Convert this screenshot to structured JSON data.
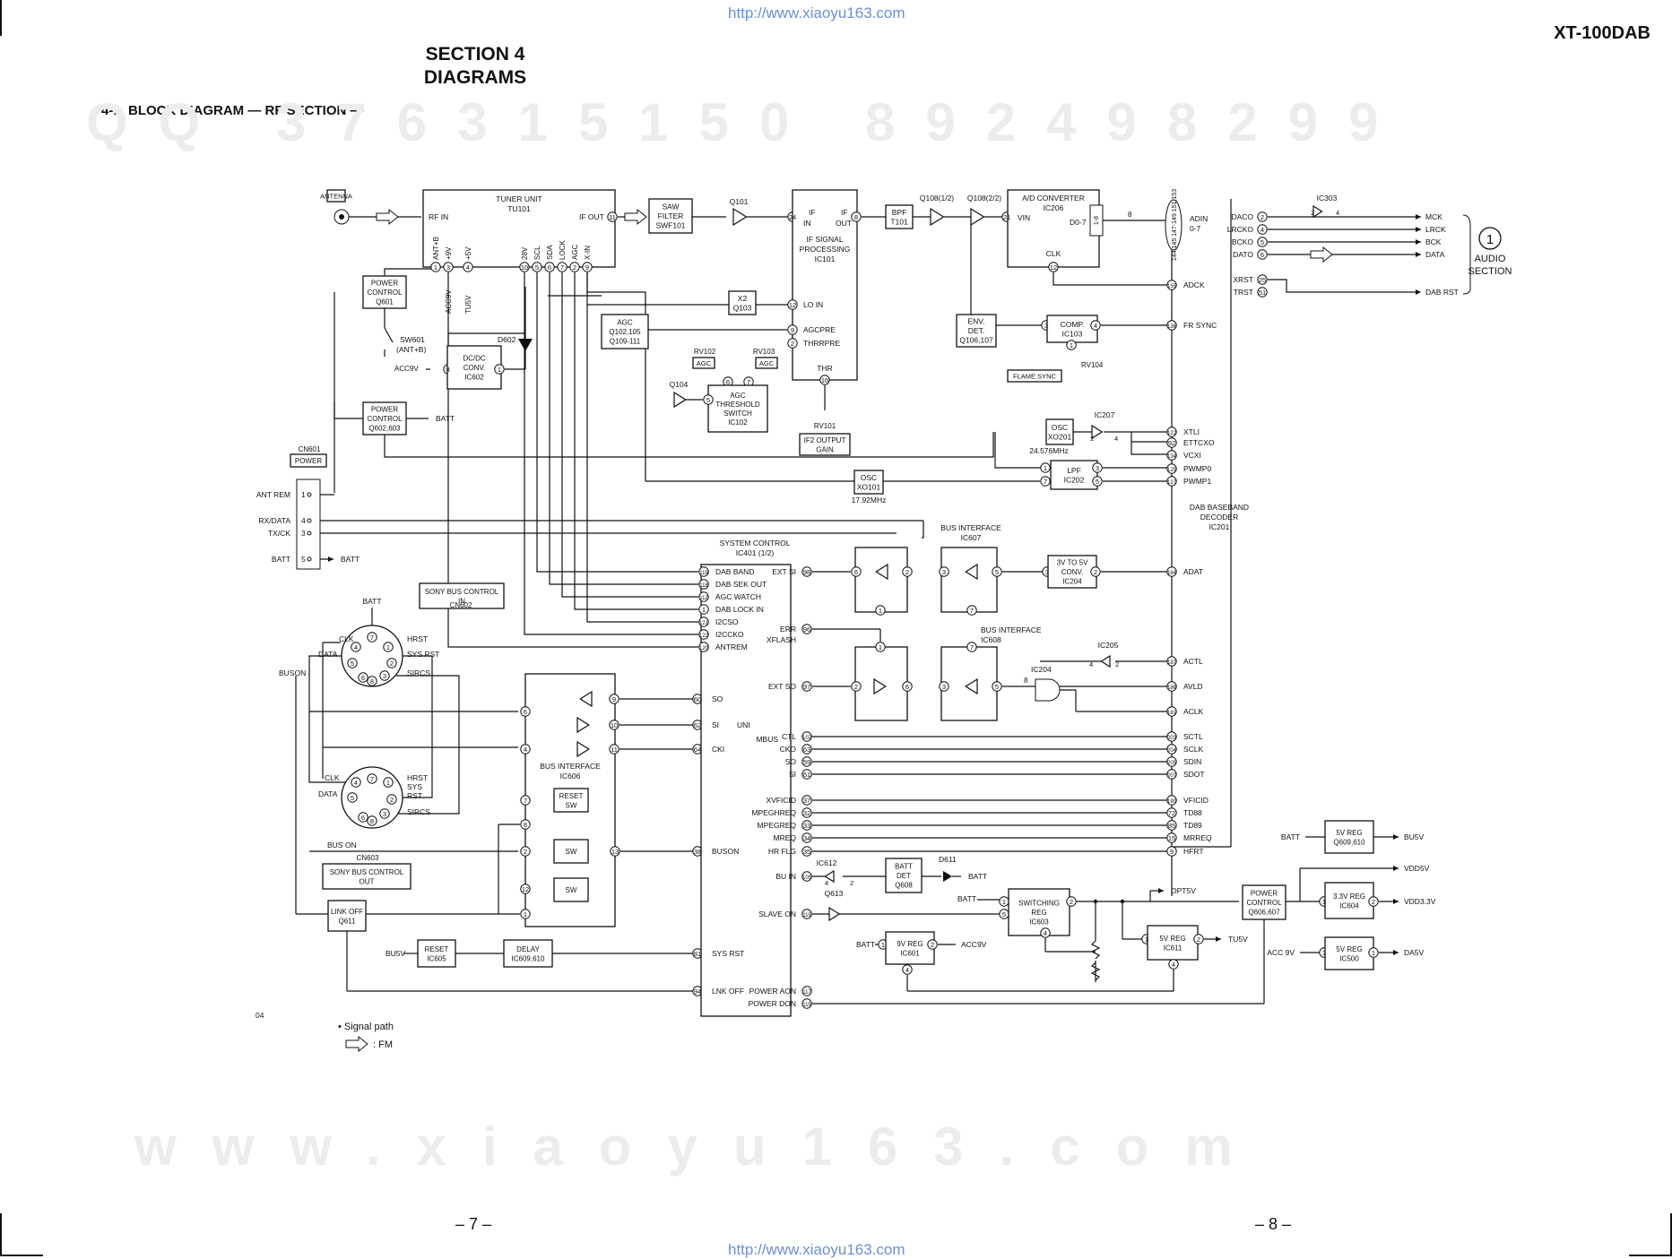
{
  "header": {
    "url_top": "http://www.xiaoyu163.com",
    "model": "XT-100DAB",
    "section_line1": "SECTION 4",
    "section_line2": "DIAGRAMS",
    "subtitle": "4-1. BLOCK DIAGRAM — RF SECTION —"
  },
  "watermarks": {
    "row1": "QQ 376315150   892498299",
    "row_bottom": "www.xiaoyu163.com"
  },
  "footer": {
    "page_left": "– 7 –",
    "page_right": "– 8 –",
    "url_bottom": "http://www.xiaoyu163.com",
    "corner_code": "04",
    "legend_title": "• Signal path",
    "legend_fm": ": FM"
  },
  "blocks": [
    {
      "id": "antenna",
      "lines": [
        "ANTENNA"
      ]
    },
    {
      "id": "tuner",
      "lines": [
        "TUNER UNIT",
        "TU101"
      ]
    },
    {
      "id": "saw",
      "lines": [
        "SAW",
        "FILTER",
        "SWF101"
      ]
    },
    {
      "id": "ifsp",
      "lines": [
        "IF SIGNAL",
        "PROCESSING",
        "IC101"
      ]
    },
    {
      "id": "bpf",
      "lines": [
        "BPF",
        "T101"
      ]
    },
    {
      "id": "adc",
      "lines": [
        "A/D CONVERTER",
        "IC206"
      ]
    },
    {
      "id": "pc601",
      "lines": [
        "POWER",
        "CONTROL",
        "Q601"
      ]
    },
    {
      "id": "dcdc",
      "lines": [
        "DC/DC",
        "CONV.",
        "IC602"
      ]
    },
    {
      "id": "pc602",
      "lines": [
        "POWER",
        "CONTROL",
        "Q602,603"
      ]
    },
    {
      "id": "x2",
      "lines": [
        "X2",
        "Q103"
      ]
    },
    {
      "id": "agc",
      "lines": [
        "AGC",
        "Q102,105",
        "Q109-111"
      ]
    },
    {
      "id": "agcth",
      "lines": [
        "AGC",
        "THRESHOLD",
        "SWITCH",
        "IC102"
      ]
    },
    {
      "id": "envdet",
      "lines": [
        "ENV.",
        "DET.",
        "Q106,107"
      ]
    },
    {
      "id": "comp",
      "lines": [
        "COMP.",
        "IC103"
      ]
    },
    {
      "id": "osc201",
      "lines": [
        "OSC",
        "XO201"
      ]
    },
    {
      "id": "lpf",
      "lines": [
        "LPF",
        "IC202"
      ]
    },
    {
      "id": "osc101",
      "lines": [
        "OSC",
        "XO101"
      ]
    },
    {
      "id": "if2",
      "lines": [
        "IF2 OUTPUT",
        "GAIN"
      ]
    },
    {
      "id": "conv204",
      "lines": [
        "3V TO 5V",
        "CONV.",
        "IC204"
      ]
    },
    {
      "id": "dabdec",
      "lines": [
        "DAB BASEBAND",
        "DECODER",
        "IC201"
      ]
    },
    {
      "id": "syscon",
      "lines": [
        "SYSTEM CONTROL",
        "IC401 (1/2)"
      ]
    },
    {
      "id": "bus607",
      "lines": [
        "BUS INTERFACE",
        "IC607"
      ]
    },
    {
      "id": "bus608",
      "lines": [
        "BUS INTERFACE",
        "IC608"
      ]
    },
    {
      "id": "bus606",
      "lines": [
        "BUS INTERFACE",
        "IC606"
      ]
    },
    {
      "id": "resetsw",
      "lines": [
        "RESET",
        "SW"
      ]
    },
    {
      "id": "sw1",
      "lines": [
        "SW"
      ]
    },
    {
      "id": "sw2",
      "lines": [
        "SW"
      ]
    },
    {
      "id": "linkoff",
      "lines": [
        "LINK OFF",
        "Q611"
      ]
    },
    {
      "id": "reset605",
      "lines": [
        "RESET",
        "IC605"
      ]
    },
    {
      "id": "delay",
      "lines": [
        "DELAY",
        "IC609,610"
      ]
    },
    {
      "id": "battdet",
      "lines": [
        "BATT",
        "DET",
        "Q608"
      ]
    },
    {
      "id": "reg601",
      "lines": [
        "9V REG",
        "IC601"
      ]
    },
    {
      "id": "swreg",
      "lines": [
        "SWITCHING",
        "REG",
        "IC603"
      ]
    },
    {
      "id": "reg611",
      "lines": [
        "5V REG",
        "IC611"
      ]
    },
    {
      "id": "pc606",
      "lines": [
        "POWER",
        "CONTROL",
        "Q606,607"
      ]
    },
    {
      "id": "reg609",
      "lines": [
        "5V REG",
        "Q609,610"
      ]
    },
    {
      "id": "reg604",
      "lines": [
        "3.3V REG",
        "IC604"
      ]
    },
    {
      "id": "reg500",
      "lines": [
        "5V REG",
        "IC500"
      ]
    },
    {
      "id": "cn601",
      "lines": [
        "CN601",
        "POWER"
      ]
    },
    {
      "id": "cn602",
      "lines": [
        "SONY BUS CONTROL",
        "IN"
      ]
    },
    {
      "id": "cn603",
      "lines": [
        "SONY BUS CONTROL",
        "OUT"
      ]
    }
  ],
  "labels": {
    "rf_in": "RF IN",
    "if_out": "IF OUT",
    "if_in": "IF IN",
    "if_out2": "IF OUT",
    "lo_in": "LO IN",
    "agcpre": "AGCPRE",
    "thrrpre": "THRRPRE",
    "thr": "THR",
    "vin": "VIN",
    "clk": "CLK",
    "d07": "D0-7",
    "adin": "ADIN 0-7",
    "adck": "ADCK",
    "fr_sync": "FR SYNC",
    "flame_sync": "FLAME SYNC",
    "rv104": "RV104",
    "rv102": "RV102",
    "rv103": "RV103",
    "rv101": "RV101",
    "agc_tag": "AGC",
    "q101": "Q101",
    "q108a": "Q108(1/2)",
    "q108b": "Q108(2/2)",
    "q104": "Q104",
    "d602": "D602",
    "ic303": "IC303",
    "ic207": "IC207",
    "ic205": "IC205",
    "ic204": "IC204",
    "ic612": "IC612",
    "d611": "D611",
    "q613": "Q613",
    "sw601": "SW601",
    "sw601b": "(ANT+B)",
    "acc9v": "ACC9V",
    "batt": "BATT",
    "freq1": "24.576MHz",
    "freq2": "17.92MHz",
    "cn602": "CN602",
    "cn603": "CN603",
    "audio_num": "1",
    "audio1": "AUDIO",
    "audio2": "SECTION",
    "uni": "UNI",
    "mbus": "MBUS",
    "bus_on": "BUS ON",
    "opt5v": "OPT5V",
    "bu5v": "BU5V",
    "vdd5v": "VDD5V",
    "vdd33": "VDD3.3V",
    "tu5v": "TU5V",
    "acc9v2": "ACC 9V",
    "da5v": "DA5V",
    "dab_rst": "DAB RST",
    "eight": "8",
    "one8": "1-8",
    "adin_pins": "144,145 147-149 151,153"
  },
  "tuner_pins": [
    "ANT+B",
    "+9V",
    "+5V",
    "28V",
    "SCL",
    "SDA",
    "LOCK",
    "AGC",
    "X-IN"
  ],
  "tuner_ext": [
    "ACC9V",
    "TU5V"
  ],
  "cn601_pins": [
    {
      "num": "1",
      "label": "ANT REM"
    },
    {
      "num": "4",
      "label": "RX/DATA"
    },
    {
      "num": "3",
      "label": "TX/CK"
    },
    {
      "num": "5",
      "label": "BATT",
      "right": "BATT"
    }
  ],
  "conn_labels": {
    "upper": {
      "top": "BATT",
      "clk": "CLK",
      "data": "DATA",
      "buson": "BUSON",
      "hrst": "HRST",
      "sysrst": "SYS RST",
      "sircs": "SIRCS"
    },
    "lower": {
      "clk": "CLK",
      "data": "DATA",
      "hrst": "HRST",
      "sysrst1": "SYS",
      "sysrst2": "RST",
      "sircs": "SIRCS"
    }
  },
  "syscon_pins": [
    {
      "num": "119",
      "label": "DAB BAND"
    },
    {
      "num": "118",
      "label": "DAB SEK OUT"
    },
    {
      "num": "112",
      "label": "AGC WATCH"
    },
    {
      "num": "1",
      "label": "DAB LOCK IN"
    },
    {
      "num": "121",
      "label": "I2CSO"
    },
    {
      "num": "122",
      "label": "I2CCKO"
    },
    {
      "num": "120",
      "label": "ANTREM"
    }
  ],
  "syscon_right": [
    {
      "num": "98",
      "label": "EXT SI"
    },
    {
      "num": "96",
      "label": "ERR XFLASH"
    },
    {
      "num": "97",
      "label": "EXT SO"
    }
  ],
  "syscon_uni": [
    {
      "num": "60",
      "label": "SO"
    },
    {
      "num": "62",
      "label": "SI"
    },
    {
      "num": "64",
      "label": "CKI"
    }
  ],
  "syscon_bottom": [
    {
      "num": "102",
      "label": "CTL"
    },
    {
      "num": "63",
      "label": "CKO"
    },
    {
      "num": "59",
      "label": "SO"
    },
    {
      "num": "61",
      "label": "SI"
    },
    {
      "num": "37",
      "label": "XVFICID"
    },
    {
      "num": "32",
      "label": "MPEGHREQ"
    },
    {
      "num": "33",
      "label": "MPEGREQ"
    },
    {
      "num": "34",
      "label": "MREQ"
    },
    {
      "num": "38",
      "label": "BUSON"
    },
    {
      "num": "35",
      "label": "HR FLG"
    },
    {
      "num": "105",
      "label": "BU IN"
    },
    {
      "num": "115",
      "label": "SLAVE ON"
    },
    {
      "num": "81",
      "label": "SYS RST"
    },
    {
      "num": "94",
      "label": "LNK OFF"
    },
    {
      "num": "117",
      "label": "POWER AON"
    },
    {
      "num": "115",
      "label": "POWER DON"
    }
  ],
  "dab_pins": [
    {
      "num": "155",
      "label": "ADCK"
    },
    {
      "num": "136",
      "label": "FR SYNC"
    },
    {
      "num": "122",
      "label": "XTLI"
    },
    {
      "num": "92",
      "label": "ETTCXO"
    },
    {
      "num": "134",
      "label": "VCXI"
    },
    {
      "num": "125",
      "label": "PWMP0"
    },
    {
      "num": "127",
      "label": "PWMP1"
    },
    {
      "num": "184",
      "label": "ADAT"
    },
    {
      "num": "187",
      "label": "ACTL"
    },
    {
      "num": "186",
      "label": "AVLD"
    },
    {
      "num": "181",
      "label": "ACLK"
    },
    {
      "num": "203",
      "label": "SCTL"
    },
    {
      "num": "204",
      "label": "SCLK"
    },
    {
      "num": "205",
      "label": "SDIN"
    },
    {
      "num": "207",
      "label": "SDOT"
    },
    {
      "num": "190",
      "label": "VFICID"
    },
    {
      "num": "72",
      "label": "TD88"
    },
    {
      "num": "85",
      "label": "TD89"
    },
    {
      "num": "15",
      "label": "MRREQ"
    },
    {
      "num": "9",
      "label": "HFRT"
    }
  ],
  "audio_pins": [
    {
      "num": "2",
      "label": "DACO",
      "out": "MCK"
    },
    {
      "num": "4",
      "label": "LRCKO",
      "out": "LRCK"
    },
    {
      "num": "5",
      "label": "BCKO",
      "out": "BCK"
    },
    {
      "num": "6",
      "label": "DATO",
      "out": "DATA"
    }
  ],
  "xrst_pins": [
    {
      "num": "25",
      "label": "XRST"
    },
    {
      "num": "51",
      "label": "TRST"
    }
  ]
}
